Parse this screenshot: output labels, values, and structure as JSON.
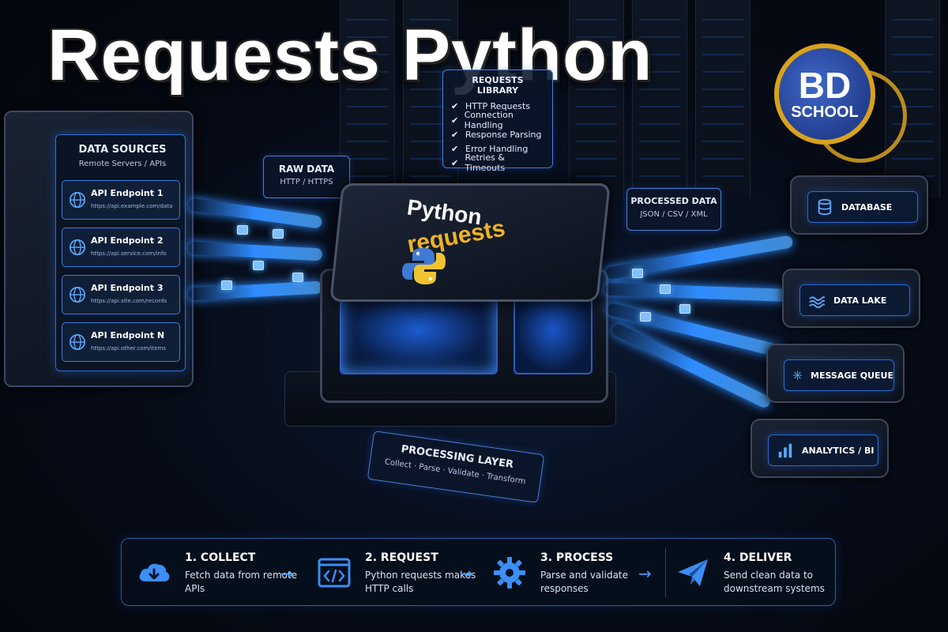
{
  "title": "Requests Python",
  "logo": {
    "line1": "BD",
    "line2": "SCHOOL"
  },
  "data_sources": {
    "title": "DATA SOURCES",
    "subtitle": "Remote Servers / APIs",
    "endpoints": [
      {
        "name": "API Endpoint 1",
        "url": "https://api.example.com/data"
      },
      {
        "name": "API Endpoint 2",
        "url": "https://api.service.com/info"
      },
      {
        "name": "API Endpoint 3",
        "url": "https://api.site.com/records"
      },
      {
        "name": "API Endpoint N",
        "url": "https://api.other.com/items"
      }
    ]
  },
  "raw_data": {
    "title": "RAW DATA",
    "subtitle": "HTTP / HTTPS"
  },
  "library": {
    "title": "REQUESTS LIBRARY",
    "items": [
      "HTTP Requests",
      "Connection Handling",
      "Response Parsing",
      "Error Handling",
      "Retries & Timeouts"
    ]
  },
  "core": {
    "line1": "Python",
    "line2": "requests"
  },
  "processed_data": {
    "title": "PROCESSED DATA",
    "subtitle": "JSON / CSV / XML"
  },
  "processing_layer": {
    "title": "PROCESSING LAYER",
    "subtitle": "Collect · Parse · Validate · Transform"
  },
  "destinations": [
    {
      "label": "DATABASE",
      "icon": "database-icon"
    },
    {
      "label": "DATA LAKE",
      "icon": "wave-icon"
    },
    {
      "label": "MESSAGE QUEUE",
      "icon": "network-icon"
    },
    {
      "label": "ANALYTICS / BI",
      "icon": "bar-chart-icon"
    }
  ],
  "steps": [
    {
      "title": "1. COLLECT",
      "desc": "Fetch data from remote APIs",
      "icon": "cloud-download-icon"
    },
    {
      "title": "2. REQUEST",
      "desc": "Python requests makes HTTP calls",
      "icon": "code-icon"
    },
    {
      "title": "3. PROCESS",
      "desc": "Parse and validate responses",
      "icon": "gear-icon"
    },
    {
      "title": "4. DELIVER",
      "desc": "Send clean data to downstream systems",
      "icon": "paper-plane-icon"
    }
  ],
  "colors": {
    "accent": "#2f8cff",
    "gold": "#f0b323",
    "background": "#060b16"
  }
}
